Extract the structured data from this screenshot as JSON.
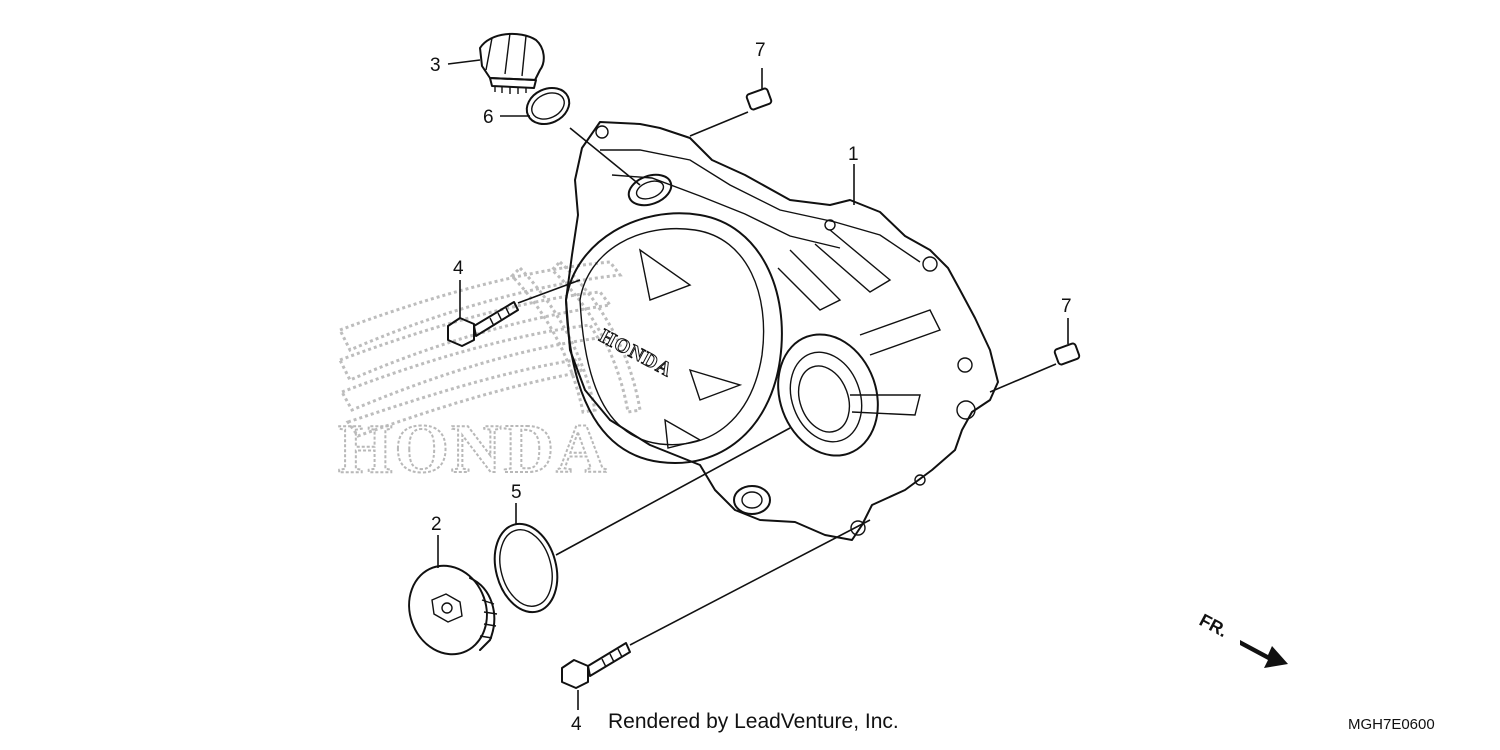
{
  "diagram": {
    "watermark": "HONDA",
    "cover_brand": "HONDA",
    "callouts": {
      "crankcase_cover": "1",
      "plug": "2",
      "oil_filler_cap": "3",
      "flange_bolt_upper": "4",
      "flange_bolt_lower": "4",
      "o_ring_large": "5",
      "o_ring_small": "6",
      "dowel_pin_upper": "7",
      "dowel_pin_right": "7"
    },
    "direction_label": "FR.",
    "footer_credit": "Rendered by LeadVenture, Inc.",
    "diagram_code": "MGH7E0600"
  }
}
